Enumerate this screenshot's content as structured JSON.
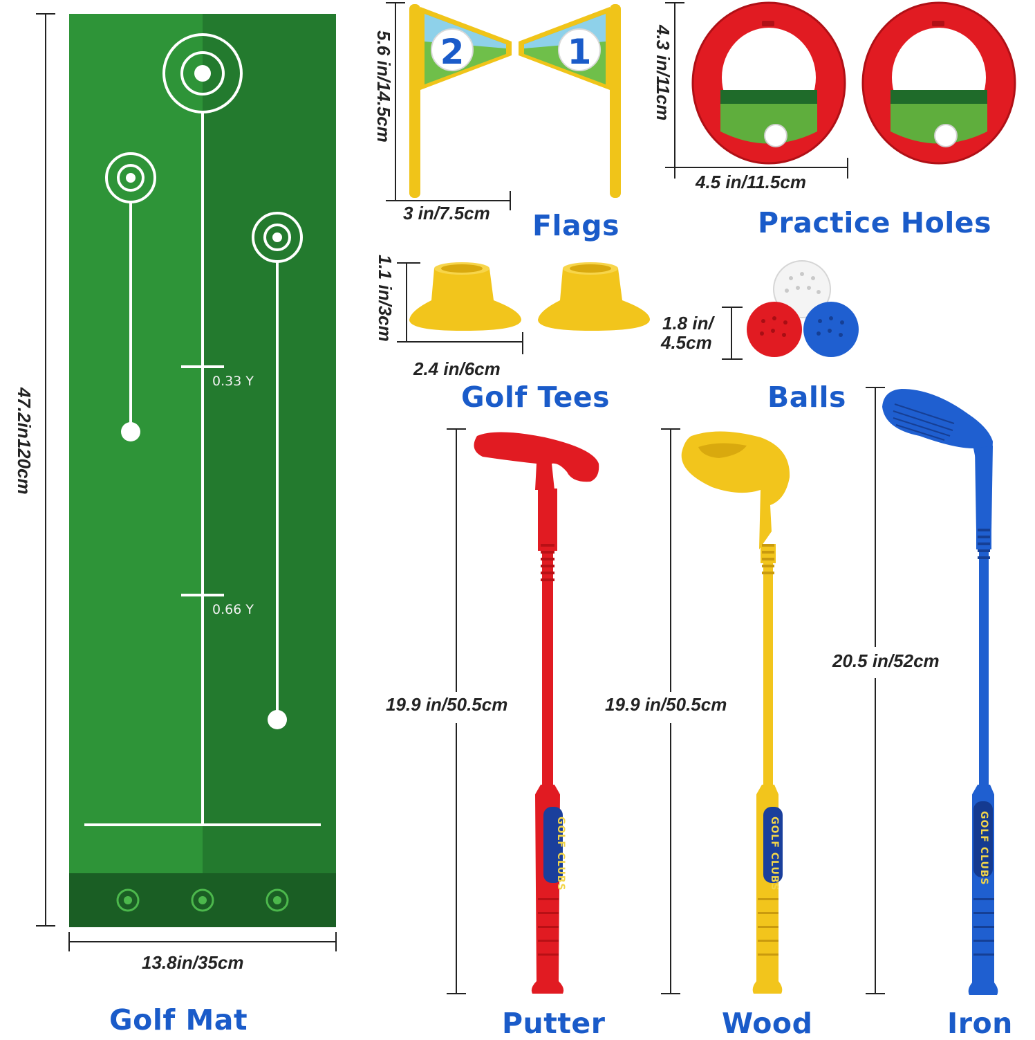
{
  "mat": {
    "title": "Golf Mat",
    "height_label": "47.2in120cm",
    "width_label": "13.8in/35cm",
    "mark_1": "0.33 Y",
    "mark_2": "0.66 Y"
  },
  "flags": {
    "title": "Flags",
    "height_label": "5.6 in/14.5cm",
    "width_label": "3 in/7.5cm",
    "flag_numbers": [
      "2",
      "1"
    ]
  },
  "holes": {
    "title": "Practice Holes",
    "height_label": "4.3 in/11cm",
    "width_label": "4.5 in/11.5cm"
  },
  "tees": {
    "title": "Golf Tees",
    "height_label": "1.1 in/3cm",
    "width_label": "2.4 in/6cm"
  },
  "balls": {
    "title": "Balls",
    "size_line_1": "1.8 in/",
    "size_line_2": "4.5cm"
  },
  "putter": {
    "title": "Putter",
    "length_label": "19.9 in/50.5cm",
    "grip_text": "GOLF CLUBS"
  },
  "wood": {
    "title": "Wood",
    "length_label": "19.9 in/50.5cm",
    "grip_text": "GOLF CLUBS"
  },
  "iron": {
    "title": "Iron",
    "length_label": "20.5 in/52cm",
    "grip_text": "GOLF CLUBS"
  },
  "colors": {
    "title_blue": "#1a5bc9",
    "mat_green": "#2a8a34",
    "club_red": "#e11b22",
    "club_yellow": "#f2c51c",
    "club_blue": "#1f5fd0"
  }
}
